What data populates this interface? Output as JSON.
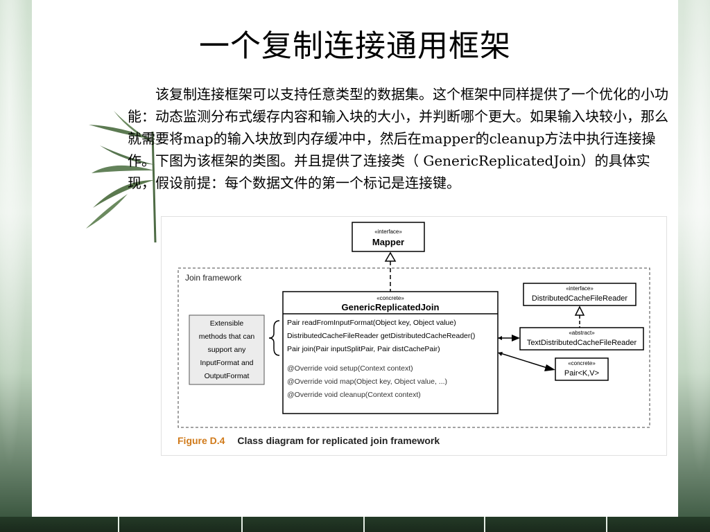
{
  "slide": {
    "title": "一个复制连接通用框架",
    "paragraph": "该复制连接框架可以支持任意类型的数据集。这个框架中同样提供了一个优化的小功能：动态监测分布式缓存内容和输入块的大小，并判断哪个更大。如果输入块较小，那么就需要将map的输入块放到内存缓冲中，然后在mapper的cleanup方法中执行连接操作。下图为该框架的类图。并且提供了连接类（ GenericReplicatedJoin）的具体实现，假设前提：每个数据文件的第一个标记是连接键。"
  },
  "diagram": {
    "mapper": {
      "stereotype": "«interface»",
      "name": "Mapper"
    },
    "frame_label": "Join framework",
    "generic": {
      "stereotype": "«concrete»",
      "name": "GenericReplicatedJoin",
      "methods": [
        "Pair readFromInputFormat(Object key, Object value)",
        "DistributedCacheFileReader getDistributedCacheReader()",
        "Pair join(Pair inputSplitPair, Pair distCachePair)"
      ],
      "overrides": [
        "@Override    void setup(Context context)",
        "@Override void map(Object key, Object value, ...)",
        "@Override void cleanup(Context context)"
      ]
    },
    "note_lines": [
      "Extensible",
      "methods that can",
      "support any",
      "InputFormat and",
      "OutputFormat"
    ],
    "dcfr": {
      "stereotype": "«interface»",
      "name": "DistributedCacheFileReader"
    },
    "tdcfr": {
      "stereotype": "«abstract»",
      "name": "TextDistributedCacheFileReader"
    },
    "pair": {
      "stereotype": "«concrete»",
      "name": "Pair<K,V>"
    },
    "figure_label": "Figure D.4",
    "caption": "Class diagram for replicated join framework"
  }
}
